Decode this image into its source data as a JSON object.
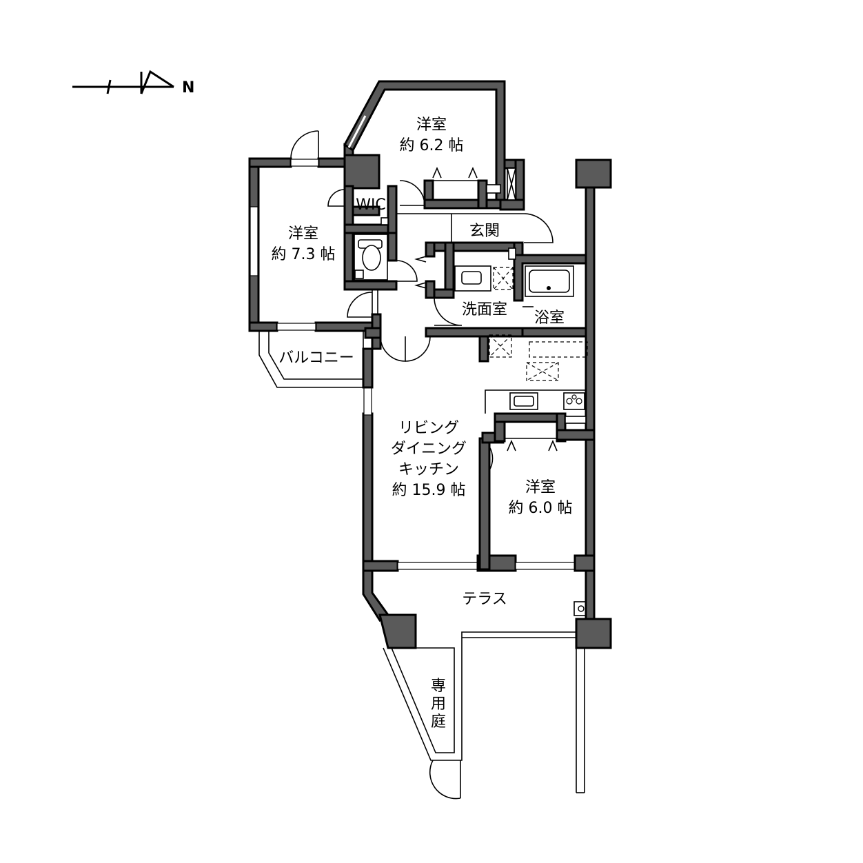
{
  "compass": {
    "label": "N"
  },
  "rooms": {
    "western_a": {
      "name": "洋室",
      "size": "約 6.2 帖"
    },
    "western_b": {
      "name": "洋室",
      "size": "約 7.3 帖"
    },
    "western_c": {
      "name": "洋室",
      "size": "約 6.0 帖"
    },
    "wic": "WIC",
    "entrance": "玄関",
    "washroom": "洗面室",
    "bath": "浴室",
    "balcony": "バルコニー",
    "ldk": {
      "line1": "リビング",
      "line2": "ダイニング",
      "line3": "キッチン",
      "size": "約 15.9 帖"
    },
    "terrace": "テラス",
    "garden": {
      "c1": "専",
      "c2": "用",
      "c3": "庭"
    }
  }
}
